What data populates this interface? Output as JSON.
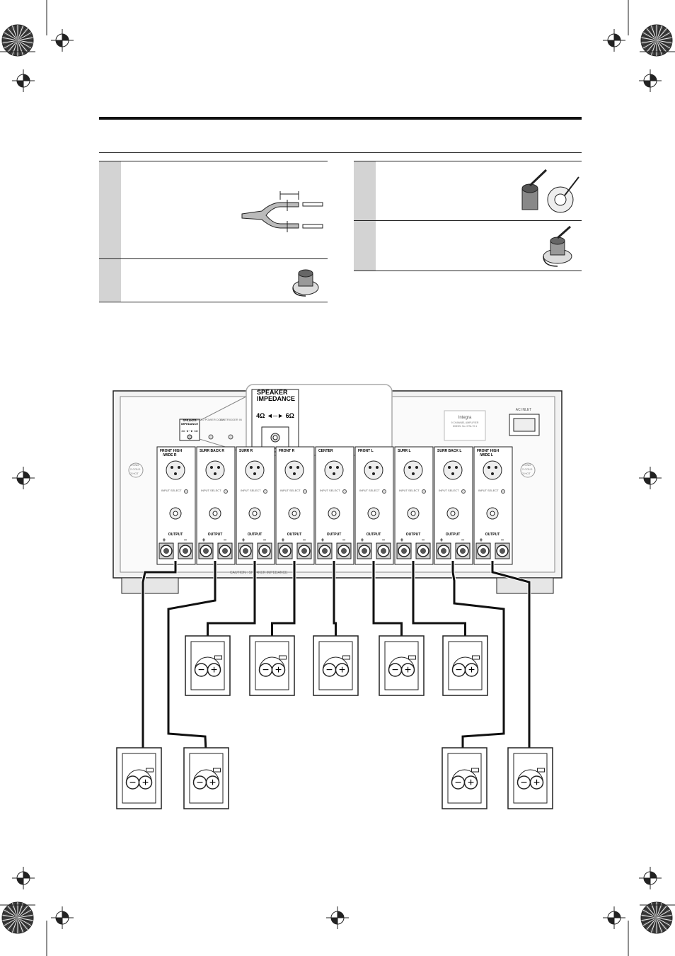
{
  "diagram": {
    "callout": {
      "title_line1": "SPEAKER",
      "title_line2": "IMPEDANCE",
      "switch_label": "4Ω ◄─► 6Ω"
    },
    "panel": {
      "switch_label_small_1": "SPEAKER",
      "switch_label_small_2": "IMPEDANCE",
      "switch_label_small_3": "4Ω ◄─► 6Ω",
      "auto_power_down": "AUTO POWER DOWN",
      "trigger_in": "12V TRIGGER IN",
      "brand": "Integra",
      "model_line1": "9 CHANNEL AMPLIFIER",
      "model_line2": "MODEL No. DTA-70.1",
      "ac_inlet": "AC INLET",
      "xlr_legend_left": [
        "1 GND",
        "2 COLD",
        "3 HOT"
      ],
      "xlr_legend_right": [
        "1 GND",
        "2 COLD",
        "3 HOT"
      ],
      "input_select": "INPUT SELECT",
      "output": "OUTPUT",
      "caution": "CAUTION : SPEAKER IMPEDANCE",
      "channels": [
        "FRONT HIGH /WIDE R",
        "SURR BACK R",
        "SURR R",
        "FRONT R",
        "CENTER",
        "FRONT L",
        "SURR L",
        "SURR BACK L",
        "FRONT HIGH /WIDE L"
      ]
    },
    "polarity": {
      "plus": "+",
      "minus": "−"
    }
  }
}
